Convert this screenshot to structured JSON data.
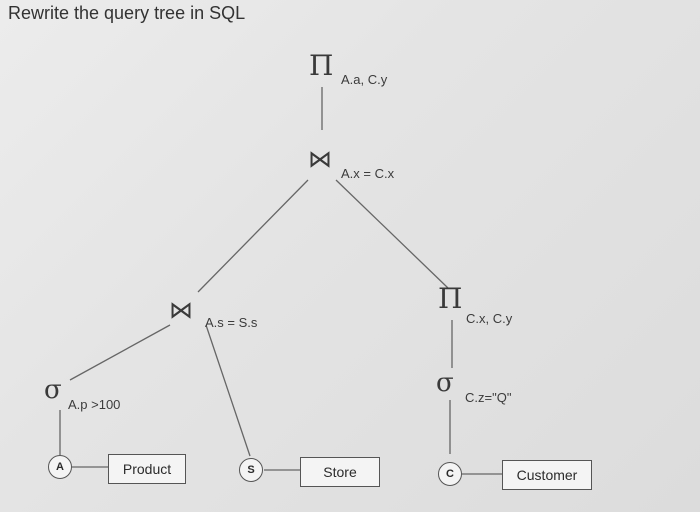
{
  "title": "Rewrite the query tree in SQL",
  "symbols": {
    "projection": "Π",
    "join": "⋈",
    "selection": "σ"
  },
  "nodes": {
    "root_projection": {
      "attrs": "A.a, C.y"
    },
    "root_join": {
      "condition": "A.x = C.x"
    },
    "left_join": {
      "condition": "A.s = S.s"
    },
    "right_projection": {
      "attrs": "C.x, C.y"
    },
    "left_selection": {
      "condition": "A.p >100"
    },
    "right_selection": {
      "condition": "C.z=\"Q\""
    }
  },
  "relations": [
    {
      "alias": "A",
      "table": "Product"
    },
    {
      "alias": "S",
      "table": "Store"
    },
    {
      "alias": "C",
      "table": "Customer"
    }
  ]
}
